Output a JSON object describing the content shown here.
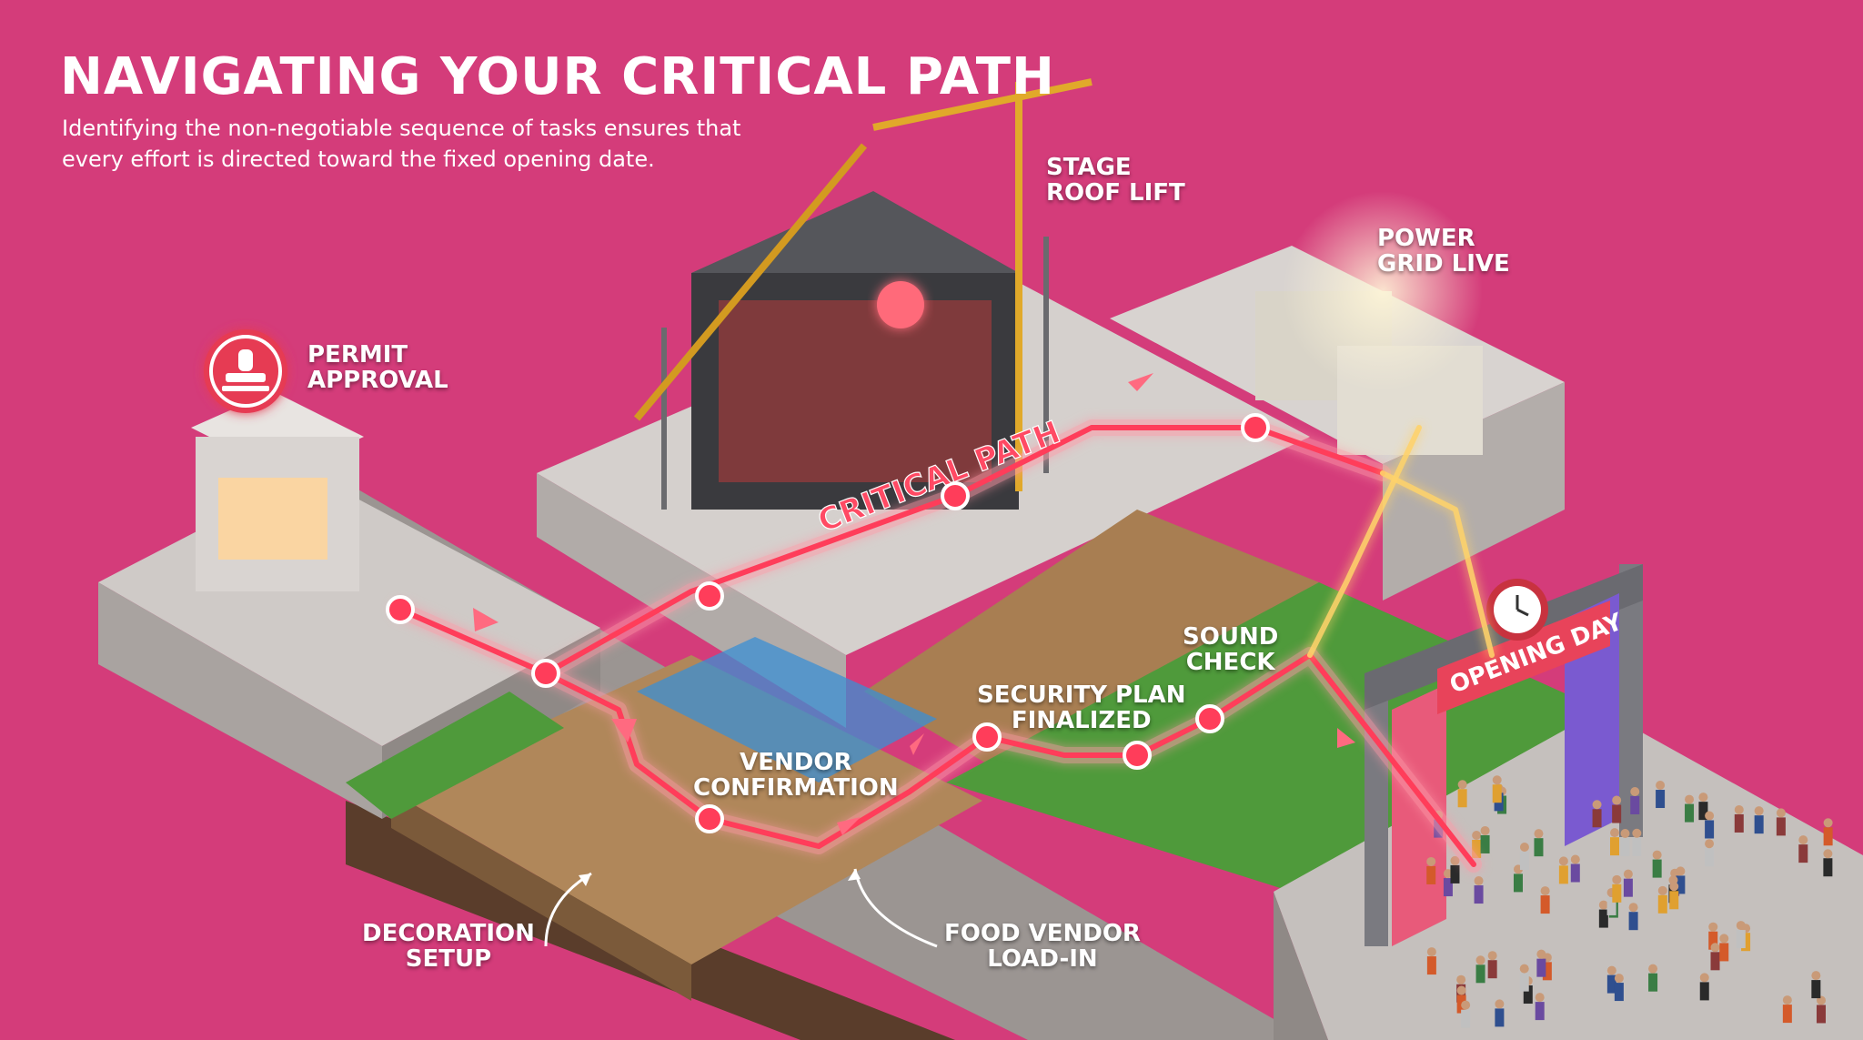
{
  "header": {
    "title": "NAVIGATING YOUR CRITICAL PATH",
    "subtitle_line1": "Identifying the non-negotiable sequence of tasks ensures that",
    "subtitle_line2": "every effort is directed toward the fixed opening date."
  },
  "milestones": {
    "permit": [
      "PERMIT",
      "APPROVAL"
    ],
    "stage": [
      "STAGE",
      "ROOF LIFT"
    ],
    "power": [
      "POWER",
      "GRID LIVE"
    ],
    "vendor_confirmation": [
      "VENDOR",
      "CONFIRMATION"
    ],
    "security": [
      "SECURITY PLAN",
      "FINALIZED"
    ],
    "sound": [
      "SOUND",
      "CHECK"
    ],
    "decoration": [
      "DECORATION",
      "SETUP"
    ],
    "food_vendor": [
      "FOOD VENDOR",
      "LOAD-IN"
    ]
  },
  "path_label": "CRITICAL PATH",
  "gate_sign": "OPENING DAY",
  "colors": {
    "background": "#d43c7a",
    "path": "#ff3d5a",
    "path_glow": "#ff9aa8",
    "grass": "#4f9a3b",
    "concrete": "#c9c4c2",
    "wood": "#b0875a"
  }
}
